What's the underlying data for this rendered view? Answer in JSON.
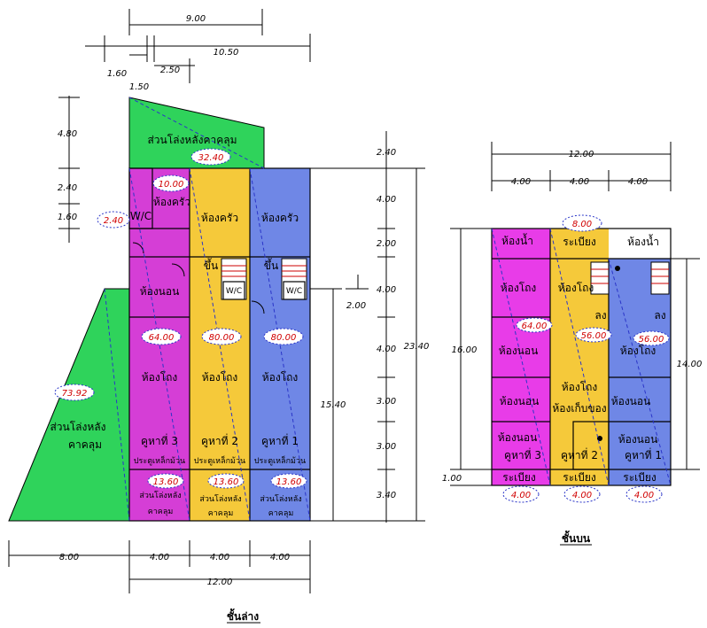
{
  "ground_floor": {
    "title": "ชั้นล่าง",
    "dims": {
      "top_900": "9.00",
      "top_1050": "10.50",
      "d160a": "1.60",
      "d250": "2.50",
      "d150": "1.50",
      "l480": "4.80",
      "l240": "2.40",
      "l160": "1.60",
      "r240": "2.40",
      "r400a": "4.00",
      "r200a": "2.00",
      "r400b": "4.00",
      "r400c": "4.00",
      "r300a": "3.00",
      "r300b": "3.00",
      "r340": "3.40",
      "r2340": "23.40",
      "r1540": "15.40",
      "r200b": "2.00",
      "b800": "8.00",
      "b400a": "4.00",
      "b400b": "4.00",
      "b400c": "4.00",
      "b1200": "12.00"
    },
    "areas": {
      "rear_roof": "32.40",
      "kitchen3": "10.00",
      "wc": "2.40",
      "unit3": "64.00",
      "unit2": "80.00",
      "unit1": "80.00",
      "side_roof": "73.92",
      "front3": "13.60",
      "front2": "13.60",
      "front1": "13.60"
    },
    "labels": {
      "rear_roof": "ส่วนโล่งหลังคาคลุม",
      "kitchen3": "ห้องครัว",
      "kitchen2": "ห้องครัว",
      "kitchen1": "ห้องครัว",
      "wc_left": "W/C",
      "wc2": "W/C",
      "wc1": "W/C",
      "up2": "ขึ้น",
      "up1": "ขึ้น",
      "bedroom3": "ห้องนอน",
      "hall3": "ห้องโถง",
      "hall2": "ห้องโถง",
      "hall1": "ห้องโถง",
      "unit3": "คูหาที่ 3",
      "unit2": "คูหาที่ 2",
      "unit1": "คูหาที่ 1",
      "door3": "ประตูเหล็กม้วน",
      "door2": "ประตูเหล็กม้วน",
      "door1": "ประตูเหล็กม้วน",
      "side_roof_1": "ส่วนโล่งหลัง",
      "side_roof_2": "คาคลุม",
      "front_1": "ส่วนโล่งหลัง",
      "front_2": "คาคลุม"
    }
  },
  "upper_floor": {
    "title": "ชั้นบน",
    "dims": {
      "top1200": "12.00",
      "t400a": "4.00",
      "t400b": "4.00",
      "t400c": "4.00",
      "l1600": "16.00",
      "l100": "1.00",
      "r1400": "14.00"
    },
    "areas": {
      "top_balcony": "8.00",
      "u3": "64.00",
      "u2": "56.00",
      "u1": "56.00",
      "b3": "4.00",
      "b2": "4.00",
      "b1": "4.00"
    },
    "labels": {
      "bath3": "ห้องน้ำ",
      "balcony_top": "ระเบียง",
      "bath1": "ห้องน้ำ",
      "hall3": "ห้องโถง",
      "hall2": "ห้องโถง",
      "hall1": "ห้องโถง",
      "down2": "ลง",
      "down1": "ลง",
      "bed3a": "ห้องนอน",
      "bed3b": "ห้องนอน",
      "bed3c": "ห้องนอน",
      "hall2b": "ห้องโถง",
      "storage2": "ห้องเก็บของ",
      "bed1a": "ห้องนอน",
      "bed1b": "ห้องนอน",
      "unit3": "คูหาที่ 3",
      "unit2": "คูหาที่ 2",
      "unit1": "คูหาที่ 1",
      "balcony3": "ระเบียง",
      "balcony2": "ระเบียง",
      "balcony1": "ระเบียง"
    }
  }
}
